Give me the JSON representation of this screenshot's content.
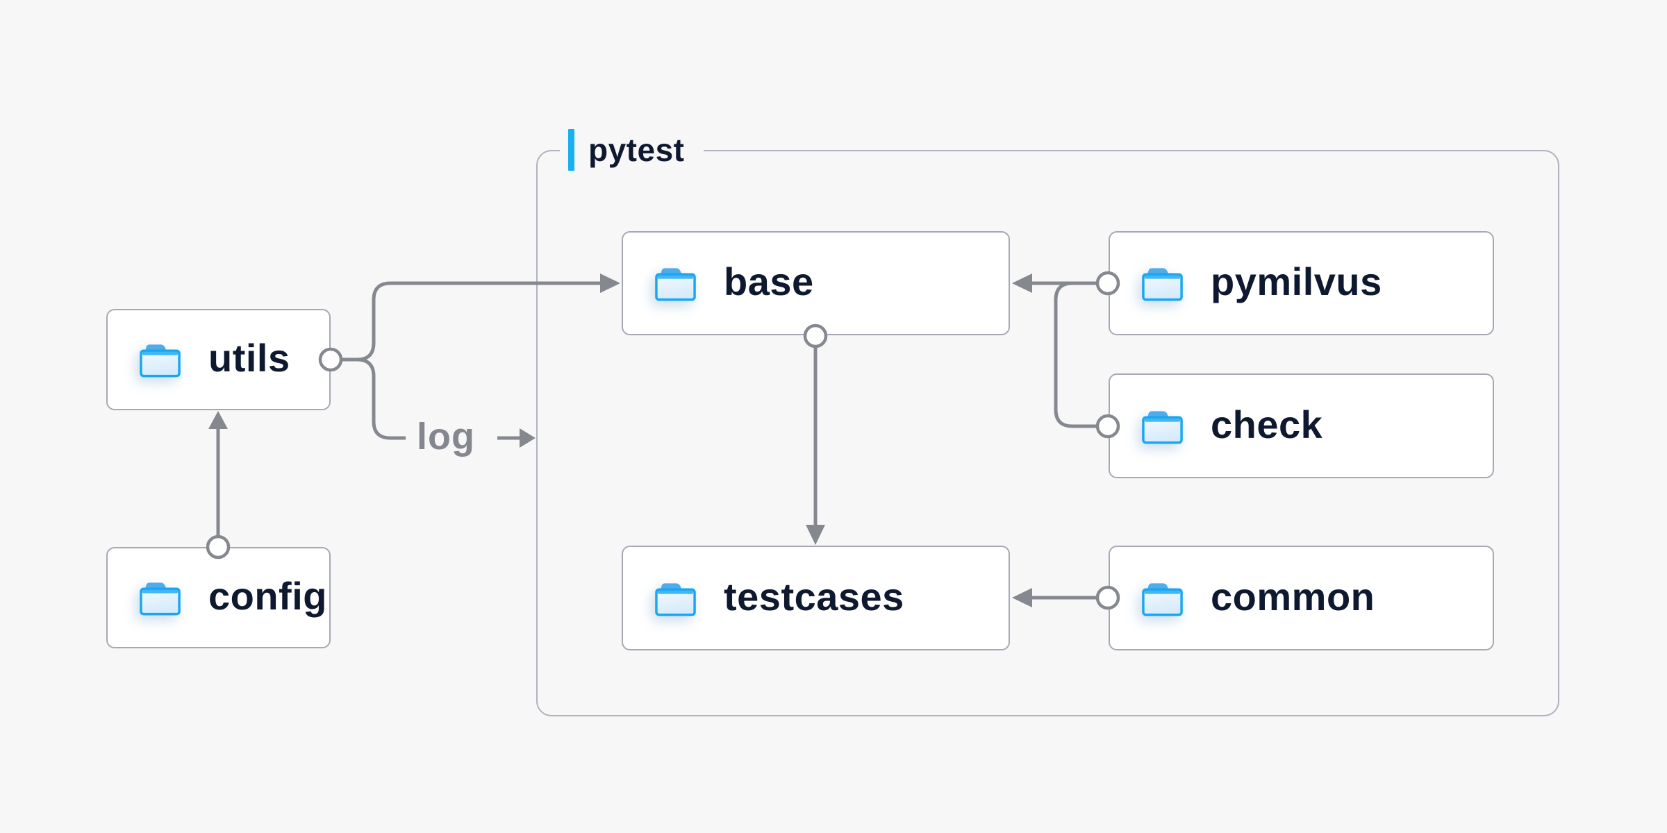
{
  "diagram": {
    "container_label": "pytest",
    "edge_label": "log",
    "nodes": {
      "utils": {
        "label": "utils"
      },
      "config": {
        "label": "config"
      },
      "base": {
        "label": "base"
      },
      "pymilvus": {
        "label": "pymilvus"
      },
      "check": {
        "label": "check"
      },
      "testcases": {
        "label": "testcases"
      },
      "common": {
        "label": "common"
      }
    },
    "edges": [
      {
        "from": "config",
        "to": "utils"
      },
      {
        "from": "utils",
        "to": "base"
      },
      {
        "from": "utils",
        "to": "log",
        "label": "log"
      },
      {
        "from": "pymilvus",
        "to": "base"
      },
      {
        "from": "check",
        "to": "base"
      },
      {
        "from": "base",
        "to": "testcases"
      },
      {
        "from": "common",
        "to": "testcases"
      }
    ],
    "colors": {
      "background": "#f7f7f8",
      "node_background": "#ffffff",
      "node_border": "#a6a9b4",
      "container_border": "#b0b2bf",
      "connector": "#85888f",
      "label_text": "#0e1930",
      "edge_label_text": "#85878f",
      "accent_bar": "#17b0f2",
      "folder_stroke": "#18a6f2",
      "folder_tab": "#4fabe9",
      "folder_fill_light": "#f3f9fe",
      "folder_fill_dark": "#d5ebfb"
    }
  }
}
